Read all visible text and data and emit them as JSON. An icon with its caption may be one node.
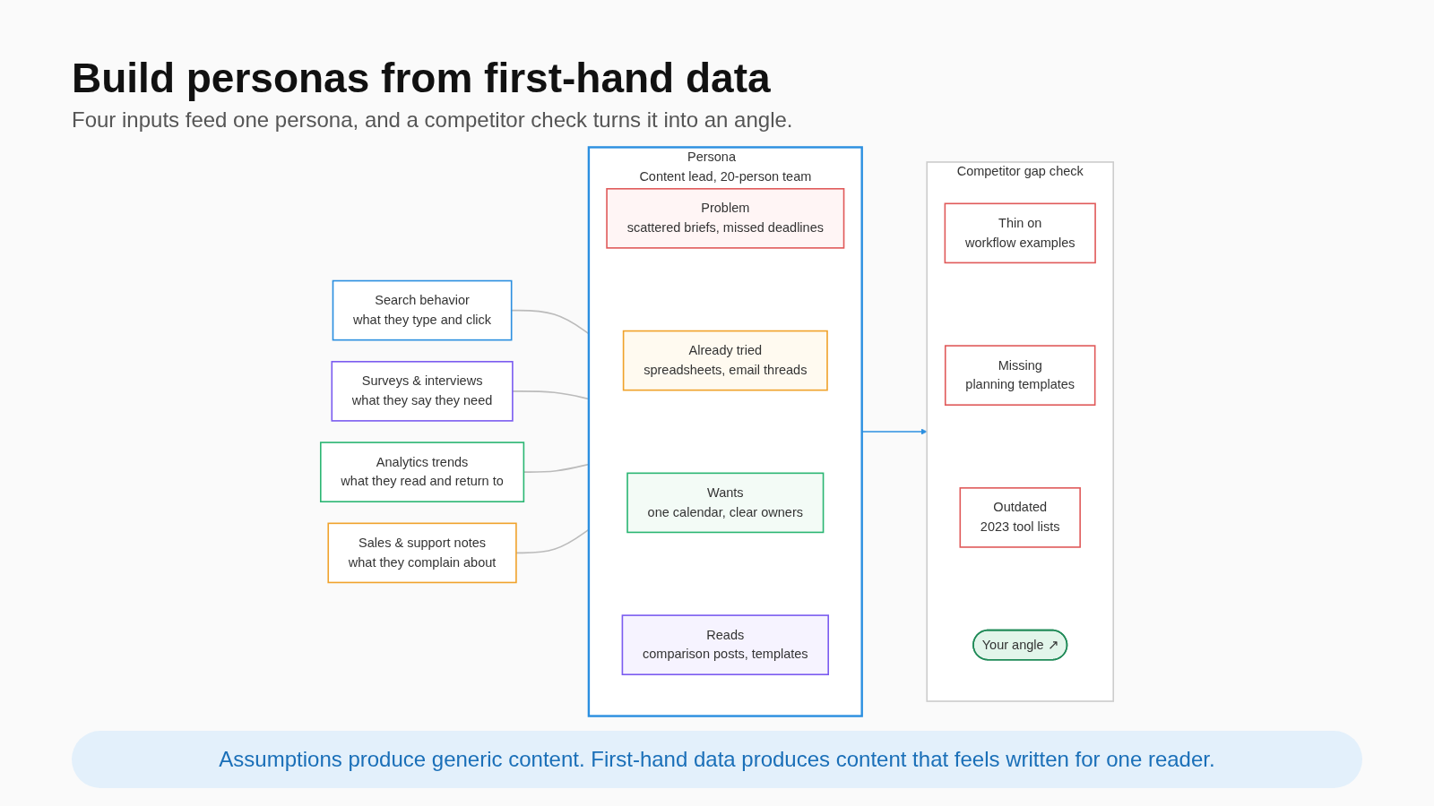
{
  "diagram": {
    "title": "Build personas from first-hand data",
    "nodes": [
      {
        "text": [
          "Search behavior",
          "what they type and click"
        ]
      },
      {
        "text": [
          "Surveys & interviews",
          "what they say they need"
        ]
      },
      {
        "text": [
          "Analytics trends",
          "what they read and return to"
        ]
      },
      {
        "text": [
          "Sales & support notes",
          "what they complain about"
        ]
      },
      {
        "text": [
          "Persona",
          "Content lead, 20-person team"
        ]
      },
      {
        "text": [
          "Problem",
          "scattered briefs, missed deadlines"
        ],
        "in": 4
      },
      {
        "text": [
          "Already tried",
          "spreadsheets, email threads"
        ],
        "in": 4
      },
      {
        "text": [
          "Wants",
          "one calendar, clear owners"
        ],
        "in": 4
      },
      {
        "text": [
          "Reads",
          "comparison posts, templates"
        ],
        "in": 4
      },
      {
        "text": [
          "Competitor gap check"
        ]
      },
      {
        "text": [
          "Thin on",
          "workflow examples"
        ],
        "in": 9
      },
      {
        "text": [
          "Missing",
          "planning templates"
        ],
        "in": 9
      },
      {
        "text": [
          "Outdated",
          "2023 tool lists"
        ],
        "in": 9
      },
      {
        "text": [
          "Your angle ↗"
        ],
        "in": 9
      }
    ],
    "edges": [
      {
        "from": 0,
        "to": 4,
        "arrow": "none"
      },
      {
        "from": 1,
        "to": 4,
        "arrow": "none"
      },
      {
        "from": 2,
        "to": 4,
        "arrow": "none"
      },
      {
        "from": 3,
        "to": 4,
        "arrow": "none"
      },
      {
        "from": 4,
        "to": 9,
        "arrow": "to",
        "color": "#2b8fe0"
      }
    ],
    "labels": [
      "Four inputs feed one persona, and a competitor check turns it into an angle."
    ],
    "caption": "Assumptions produce generic content. First-hand data produces content that feels written for one reader."
  }
}
